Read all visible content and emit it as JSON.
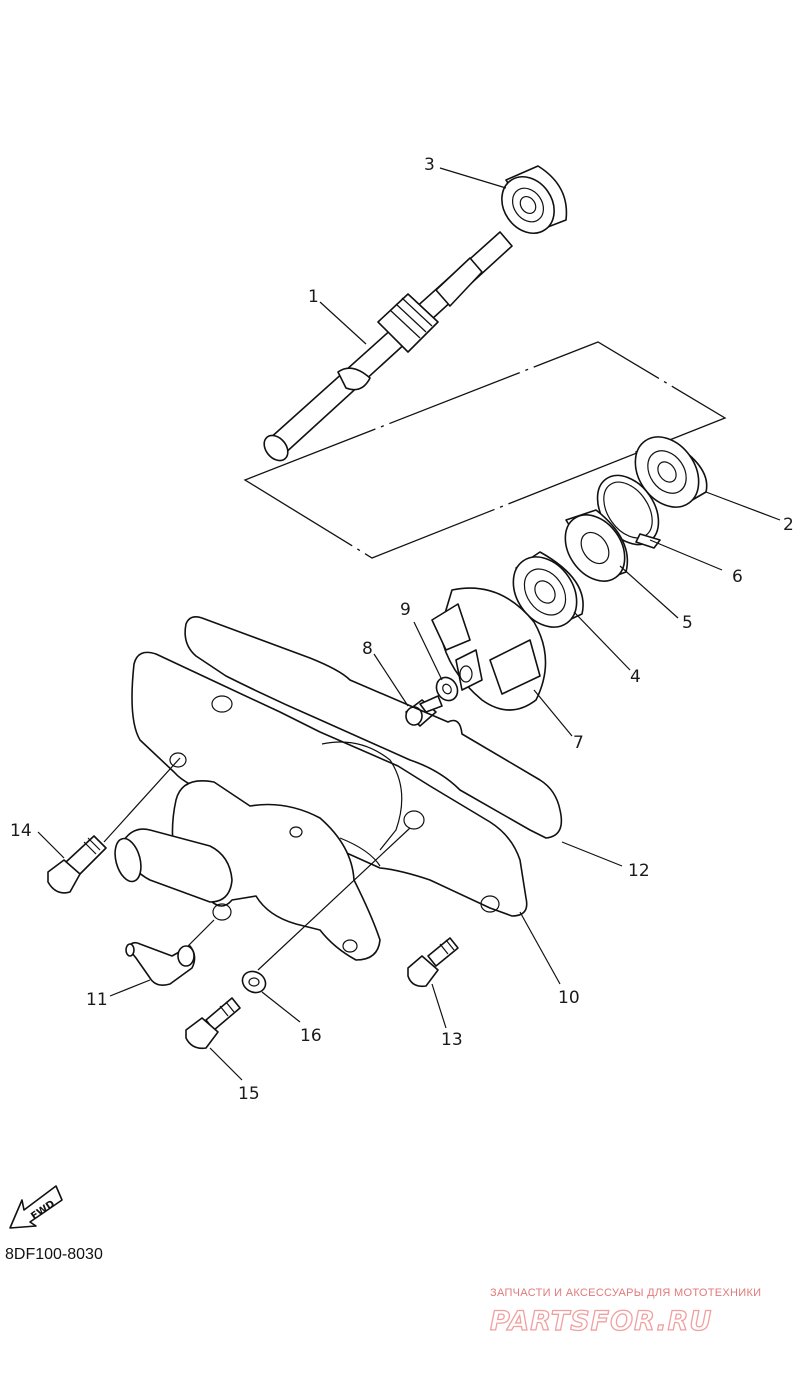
{
  "diagram": {
    "part_labels": [
      "1",
      "2",
      "3",
      "4",
      "5",
      "6",
      "7",
      "8",
      "9",
      "10",
      "11",
      "12",
      "13",
      "14",
      "15",
      "16"
    ],
    "fwd_label": "FWD",
    "drawing_code": "8DF100-8030",
    "watermark": {
      "tagline": "ЗАПЧАСТИ И АКСЕССУАРЫ ДЛЯ МОТОТЕХНИКИ",
      "site": "PARTSFOR.RU"
    },
    "colors": {
      "line": "#111111",
      "watermark": "#e07a7a"
    }
  }
}
